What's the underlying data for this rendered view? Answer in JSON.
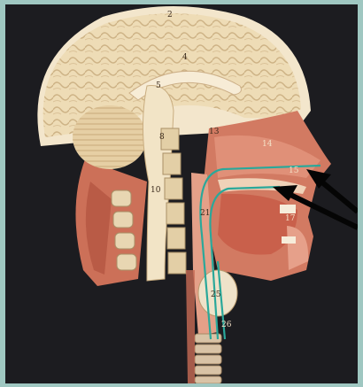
{
  "figure": {
    "colors": {
      "frame": "#9fc7c1",
      "board": "#1c1c20",
      "brain": "#eedcb6",
      "brain_shadow": "#c9ad80",
      "flesh": "#d27a62",
      "flesh_dark": "#b1533f",
      "bone": "#eadcc0",
      "arrow": "#050505",
      "airway_line": "#2aa89a"
    },
    "labels": {
      "n2": "2",
      "n4": "4",
      "n5": "5",
      "n8": "8",
      "n10": "10",
      "n13": "13",
      "n14": "14",
      "n15": "15",
      "n17": "17",
      "n21": "21",
      "n25": "25",
      "n26": "26"
    }
  }
}
